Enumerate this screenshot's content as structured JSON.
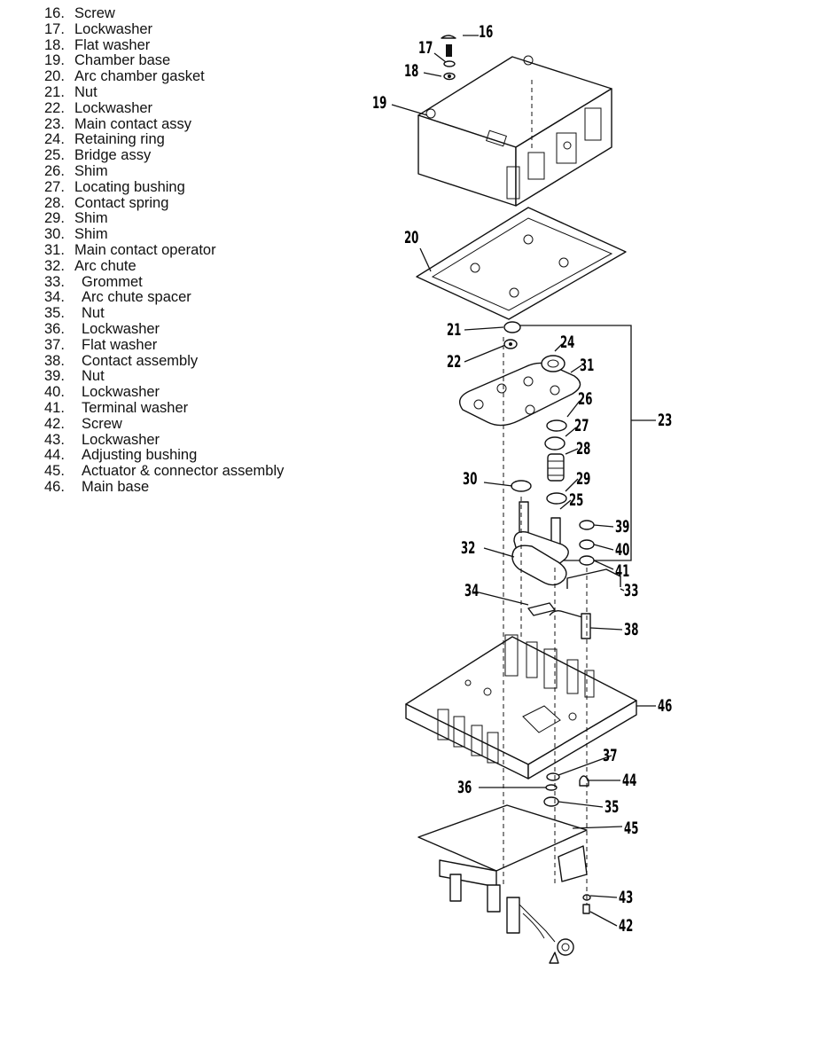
{
  "legend": [
    {
      "num": "16.",
      "label": "Screw"
    },
    {
      "num": "17.",
      "label": "Lockwasher"
    },
    {
      "num": "18.",
      "label": "Flat washer"
    },
    {
      "num": "19.",
      "label": "Chamber base"
    },
    {
      "num": "20.",
      "label": "Arc chamber gasket"
    },
    {
      "num": "21.",
      "label": "Nut"
    },
    {
      "num": "22.",
      "label": "Lockwasher"
    },
    {
      "num": "23.",
      "label": "Main contact assy"
    },
    {
      "num": "24.",
      "label": "Retaining ring"
    },
    {
      "num": "25.",
      "label": "Bridge assy"
    },
    {
      "num": "26.",
      "label": "Shim"
    },
    {
      "num": "27.",
      "label": "Locating bushing"
    },
    {
      "num": "28.",
      "label": "Contact spring"
    },
    {
      "num": "29.",
      "label": "Shim"
    },
    {
      "num": "30.",
      "label": "Shim"
    },
    {
      "num": "31.",
      "label": "Main contact operator"
    },
    {
      "num": "32.",
      "label": "Arc chute"
    },
    {
      "num": "33.",
      "label": "Grommet"
    },
    {
      "num": "34.",
      "label": "Arc chute spacer"
    },
    {
      "num": "35.",
      "label": "Nut"
    },
    {
      "num": "36.",
      "label": "Lockwasher"
    },
    {
      "num": "37.",
      "label": "Flat washer"
    },
    {
      "num": "38.",
      "label": "Contact assembly"
    },
    {
      "num": "39.",
      "label": "Nut"
    },
    {
      "num": "40.",
      "label": "Lockwasher"
    },
    {
      "num": "41.",
      "label": "Terminal washer"
    },
    {
      "num": "42.",
      "label": "Screw"
    },
    {
      "num": "43.",
      "label": "Lockwasher"
    },
    {
      "num": "44.",
      "label": "Adjusting bushing"
    },
    {
      "num": "45.",
      "label": "Actuator & connector assembly"
    },
    {
      "num": "46.",
      "label": "Main base"
    }
  ],
  "callouts": {
    "c16": "16",
    "c17": "17",
    "c18": "18",
    "c19": "19",
    "c20": "20",
    "c21": "21",
    "c22": "22",
    "c23": "23",
    "c24": "24",
    "c25": "25",
    "c26": "26",
    "c27": "27",
    "c28": "28",
    "c29": "29",
    "c30": "30",
    "c31": "31",
    "c32": "32",
    "c33": "33",
    "c34": "34",
    "c35": "35",
    "c36": "36",
    "c37": "37",
    "c38": "38",
    "c39": "39",
    "c40": "40",
    "c41": "41",
    "c42": "42",
    "c43": "43",
    "c44": "44",
    "c45": "45",
    "c46": "46"
  }
}
